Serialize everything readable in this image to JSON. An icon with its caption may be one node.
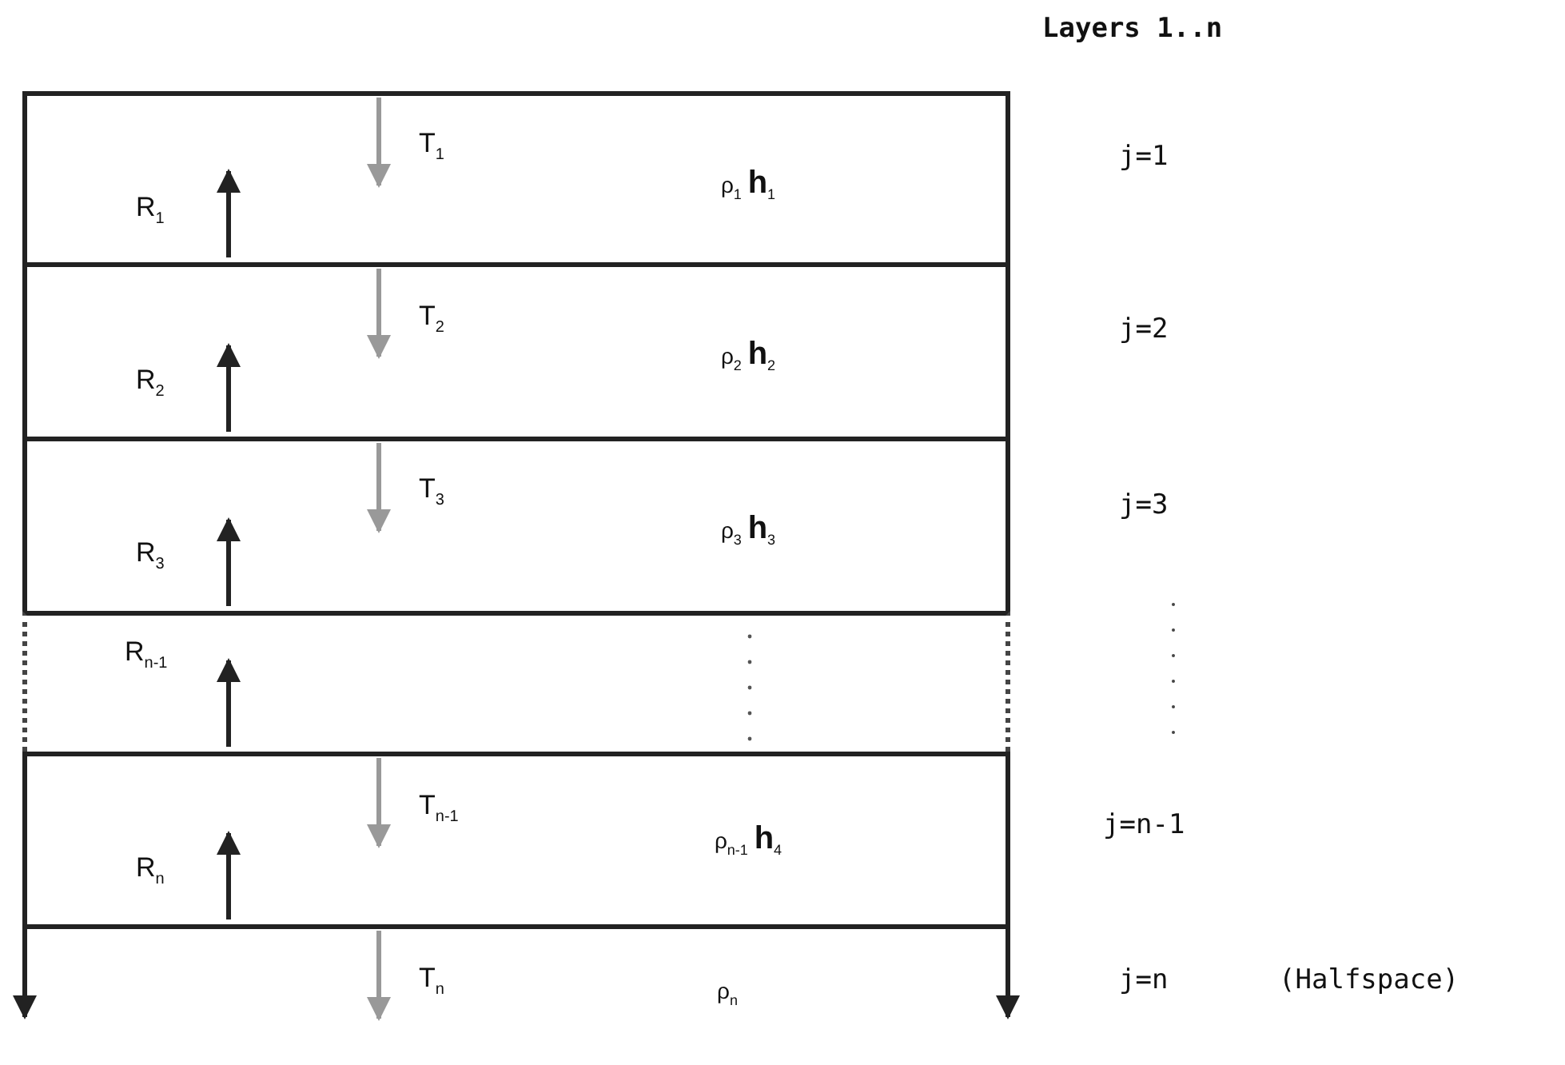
{
  "diagram": {
    "title": "Layers 1..n",
    "nodes": [
      {
        "text": [
          "ρ$_{1}$ **h**$_{1}$"
        ]
      },
      {
        "text": [
          "ρ$_{2}$ **h**$_{2}$"
        ]
      },
      {
        "text": [
          "ρ$_{3}$ **h**$_{3}$"
        ]
      },
      {
        "text": [],
        "shape": "band"
      },
      {
        "text": [
          "ρ$_{n-1}$ **h**$_{4}$"
        ]
      },
      {
        "text": [
          "ρ$_{n}$"
        ]
      }
    ],
    "labels": [
      "T$_{1}$",
      "R$_{1}$",
      "j=1",
      "T$_{2}$",
      "R$_{2}$",
      "j=2",
      "T$_{3}$",
      "R$_{3}$",
      "j=3",
      "R$_{n-1}$",
      "T$_{n-1}$",
      "j=n-1",
      "R$_{n}$",
      "T$_{n}$",
      "j=n",
      "(Halfspace)"
    ]
  }
}
